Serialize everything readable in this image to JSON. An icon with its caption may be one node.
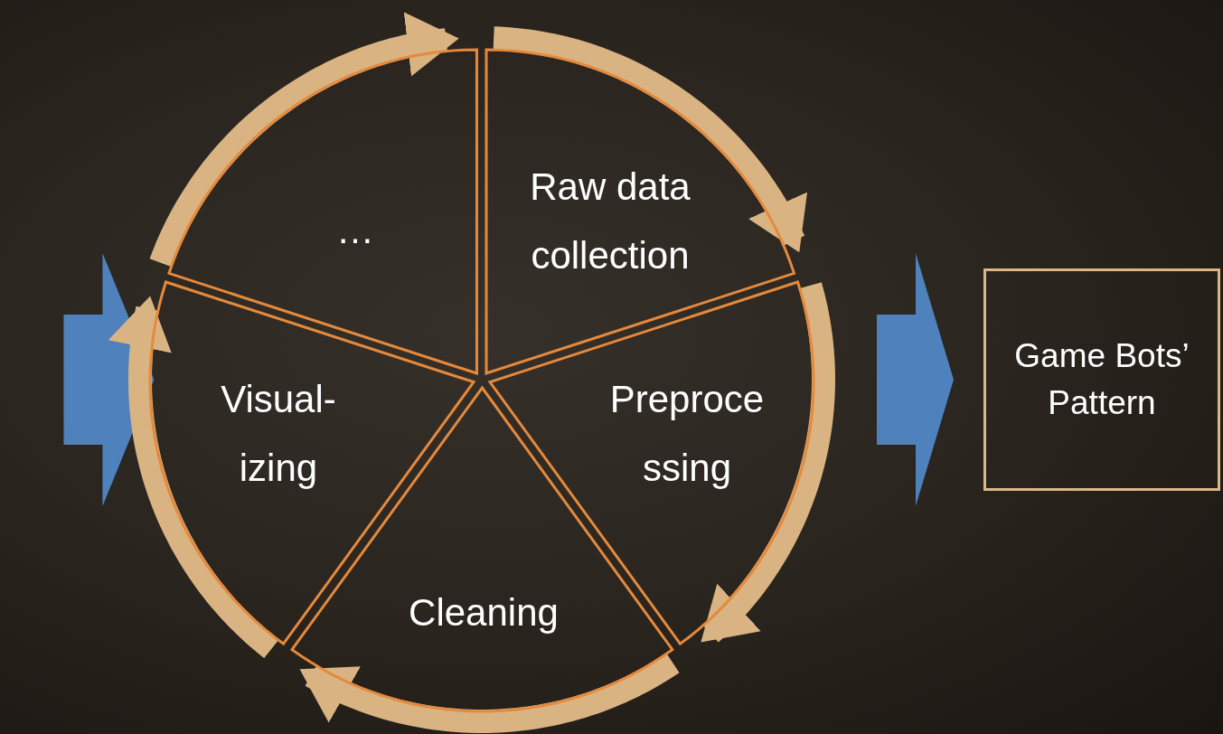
{
  "diagram": {
    "nodes": [
      {
        "text": [
          "…"
        ]
      },
      {
        "text": [
          "Raw data collection"
        ]
      },
      {
        "text": [
          "Preproce ssing"
        ]
      },
      {
        "text": [
          "Cleaning"
        ]
      },
      {
        "text": [
          "Visual- izing"
        ]
      },
      {
        "text": [
          "Game Bots’ Pattern"
        ]
      }
    ],
    "edges": [
      {
        "from": 0,
        "to": 1,
        "arrow": "to"
      },
      {
        "from": 1,
        "to": 2,
        "arrow": "to"
      },
      {
        "from": 2,
        "to": 3,
        "arrow": "to"
      },
      {
        "from": 3,
        "to": 4,
        "arrow": "to"
      },
      {
        "from": 4,
        "to": 0,
        "arrow": "to"
      },
      {
        "from": null,
        "to": 4,
        "arrow": "to",
        "color": "#4f81bd"
      },
      {
        "from": 2,
        "to": 5,
        "arrow": "to",
        "color": "#4f81bd"
      }
    ]
  }
}
